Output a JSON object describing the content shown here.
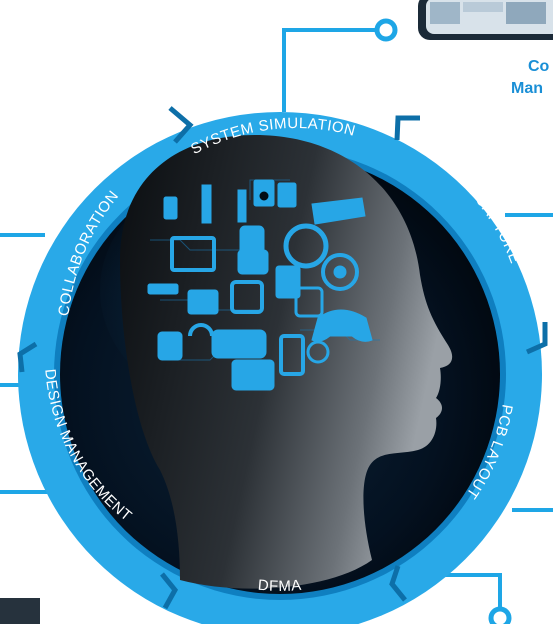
{
  "ring_segments": [
    {
      "id": "system-simulation",
      "label": "SYSTEM SIMULATION"
    },
    {
      "id": "design-capture",
      "label": "DESIGN CAPTURE"
    },
    {
      "id": "pcb-layout",
      "label": "PCB LAYOUT"
    },
    {
      "id": "dfma",
      "label": "DFMA"
    },
    {
      "id": "design-management",
      "label": "DESIGN MANAGEMENT"
    },
    {
      "id": "collaboration",
      "label": "COLLABORATION"
    }
  ],
  "side_caption": {
    "line1": "Co",
    "line2": "Man"
  },
  "colors": {
    "accent": "#1ea6e6",
    "accent_dark": "#0d6fa8",
    "ring": "#29a9e8",
    "ring_inner": "#0f7fc0",
    "dark_bg": "#020b14",
    "caption": "#1a8fd6"
  },
  "icons": [
    "speaker-icon",
    "tower-speaker-icon",
    "camera-icon",
    "action-camera-icon",
    "vr-glasses-icon",
    "monitor-icon",
    "smartwatch-icon",
    "heart-rate-icon",
    "robot-vacuum-icon",
    "tablet-icon",
    "fingerprint-icon",
    "target-icon",
    "router-icon",
    "printer-icon",
    "thermostat-icon",
    "game-controller-icon",
    "music-player-icon",
    "headphones-icon",
    "handheld-console-icon",
    "smartphone-icon",
    "chat-bubble-icon",
    "touch-tablet-icon"
  ]
}
